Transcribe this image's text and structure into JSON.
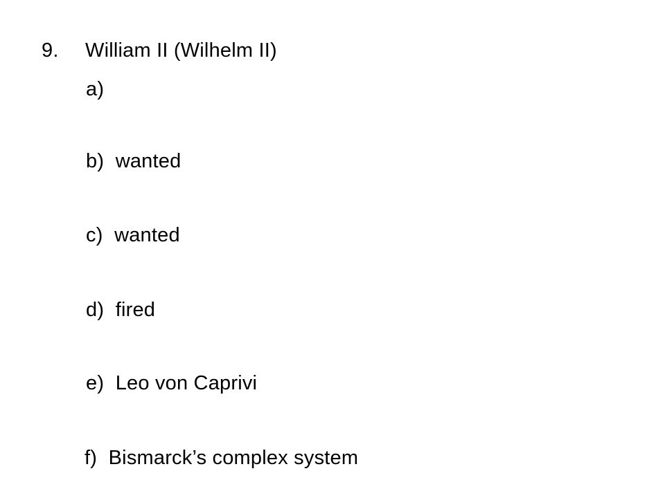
{
  "question": {
    "number": "9.",
    "title": "William II (Wilhelm II)",
    "items": [
      "a)",
      "b)  wanted",
      "c)  wanted",
      "d)  fired",
      "e)  Leo von Caprivi",
      "f)  Bismarck’s complex system"
    ]
  }
}
